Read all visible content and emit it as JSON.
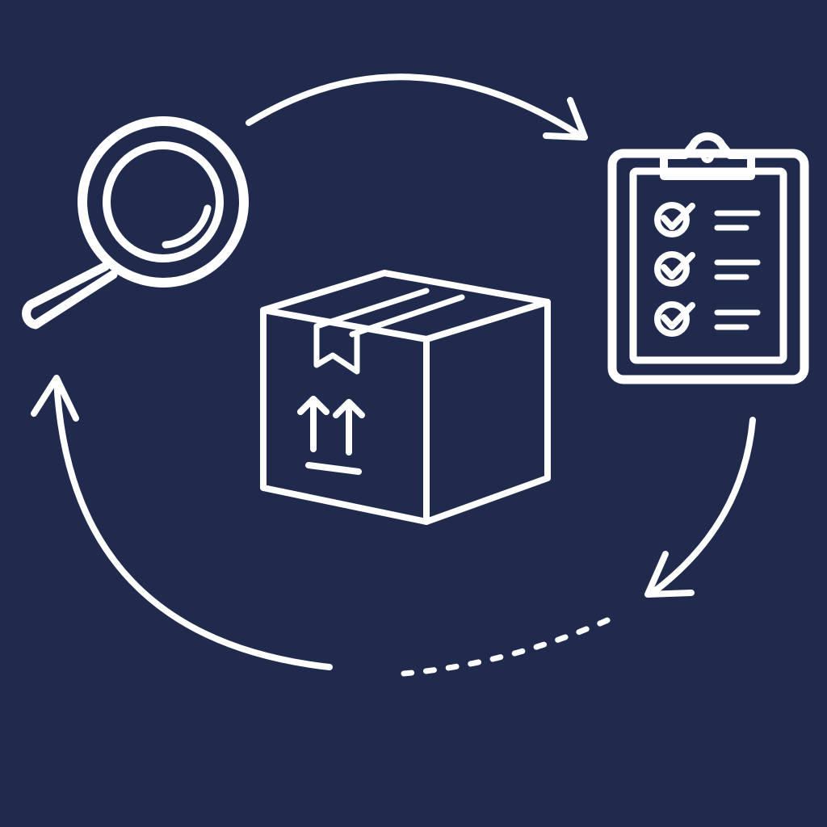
{
  "diagram": {
    "type": "cycle",
    "background_color": "#1f2a4d",
    "stroke_color": "#ffffff",
    "nodes": [
      {
        "icon": "magnifying-glass-icon"
      },
      {
        "icon": "clipboard-checklist-icon",
        "checklist_items": 3
      },
      {
        "icon": "shipping-box-icon",
        "marking": "this-side-up-arrows"
      }
    ],
    "connectors": [
      {
        "from": "magnifying-glass-icon",
        "to": "clipboard-checklist-icon",
        "style": "solid",
        "arrowhead": "end"
      },
      {
        "from": "clipboard-checklist-icon",
        "to": "bottom",
        "style": "solid",
        "arrowhead": "end"
      },
      {
        "from": "bottom-right",
        "to": "bottom-center",
        "style": "dashed",
        "arrowhead": "none"
      },
      {
        "from": "bottom-center",
        "to": "magnifying-glass-icon",
        "style": "solid",
        "arrowhead": "end"
      }
    ]
  }
}
